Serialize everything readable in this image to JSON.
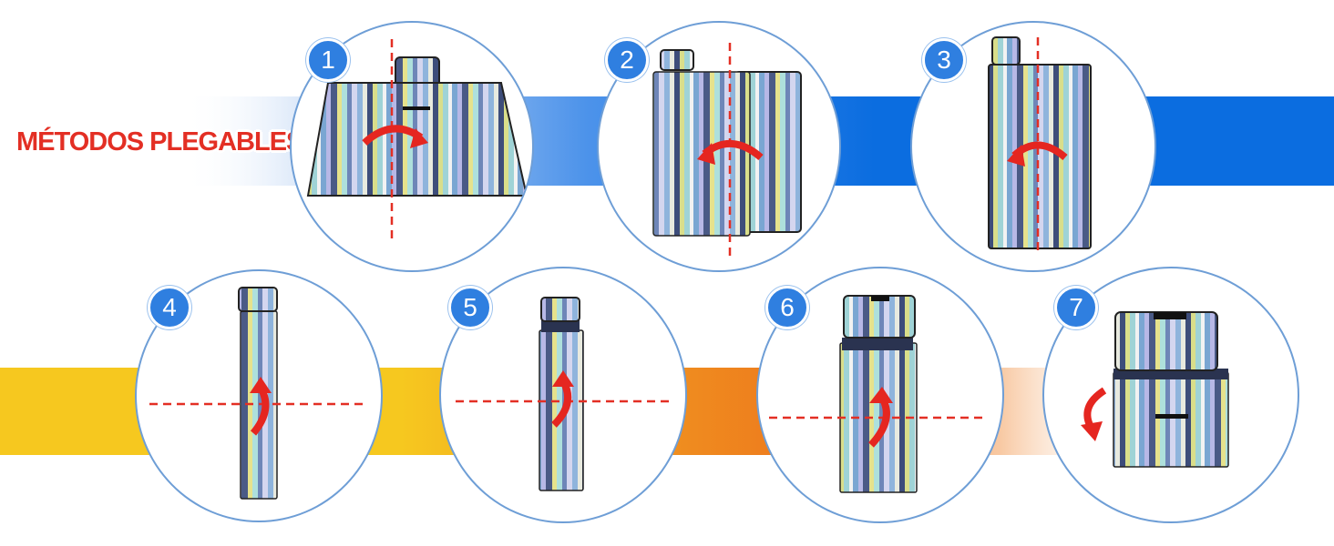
{
  "title": "MÉTODOS PLEGABLES",
  "colors": {
    "top_band": "#0b6de0",
    "bottom_band_yellow": "#f6c81f",
    "bottom_band_orange": "#ee7a1d",
    "circle_border": "#6e9ed6",
    "badge": "#2f7fe0",
    "fold_line": "#e32f24",
    "arrow": "#e52620"
  },
  "steps": [
    {
      "number": "1",
      "icon": "fold-right-arrow-icon"
    },
    {
      "number": "2",
      "icon": "fold-left-arrow-icon"
    },
    {
      "number": "3",
      "icon": "fold-left-arrow-icon"
    },
    {
      "number": "4",
      "icon": "fold-up-arrow-icon"
    },
    {
      "number": "5",
      "icon": "fold-up-arrow-icon"
    },
    {
      "number": "6",
      "icon": "fold-up-arrow-icon"
    },
    {
      "number": "7",
      "icon": "fold-down-arrow-icon"
    }
  ]
}
